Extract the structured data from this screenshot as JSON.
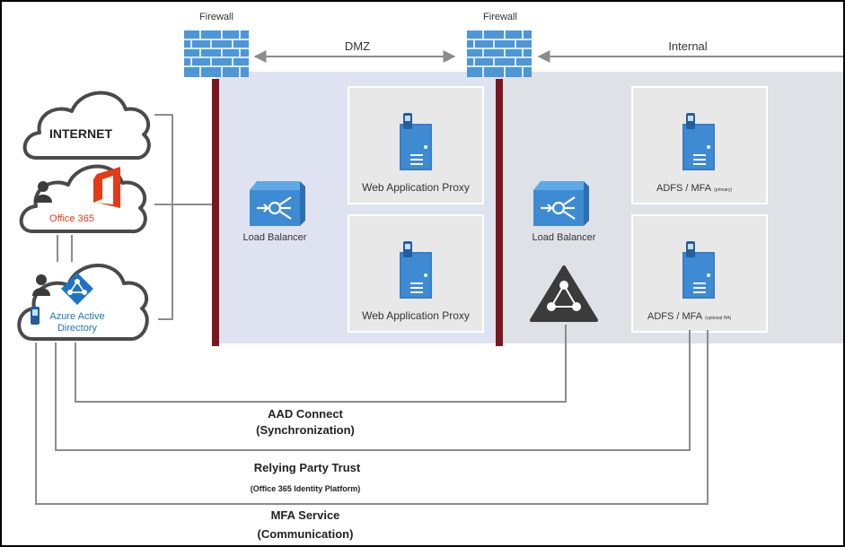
{
  "firewalls": {
    "left_label": "Firewall",
    "right_label": "Firewall"
  },
  "zones": {
    "dmz": "DMZ",
    "internal": "Internal"
  },
  "clouds": {
    "internet": "INTERNET",
    "office365": "Office 365",
    "aad_line1": "Azure Active",
    "aad_line2": "Directory"
  },
  "dmz_zone": {
    "load_balancer": "Load Balancer",
    "wap_top": "Web Application Proxy",
    "wap_bottom": "Web Application Proxy"
  },
  "internal_zone": {
    "load_balancer": "Load Balancer",
    "adfs_primary": "ADFS / MFA",
    "adfs_primary_note": "(primary)",
    "adfs_ha": "ADFS / MFA",
    "adfs_ha_note": "(optional HA)"
  },
  "connections": {
    "aad_connect": "AAD Connect",
    "aad_connect_sub": "(Synchronization)",
    "relying_party": "Relying Party Trust",
    "relying_party_sub": "(Office 365 Identity Platform)",
    "mfa_service": "MFA Service",
    "mfa_service_sub": "(Communication)"
  },
  "colors": {
    "dmz_bg": "#dfe3f1",
    "internal_bg": "#dee2e7",
    "firewall_bar": "#7b1620",
    "firewall_brick": "#4d96d8",
    "server_blue": "#3e8ad3",
    "office_red": "#e23b17",
    "aad_blue": "#1e74c2",
    "line_gray": "#8c8c8c"
  }
}
